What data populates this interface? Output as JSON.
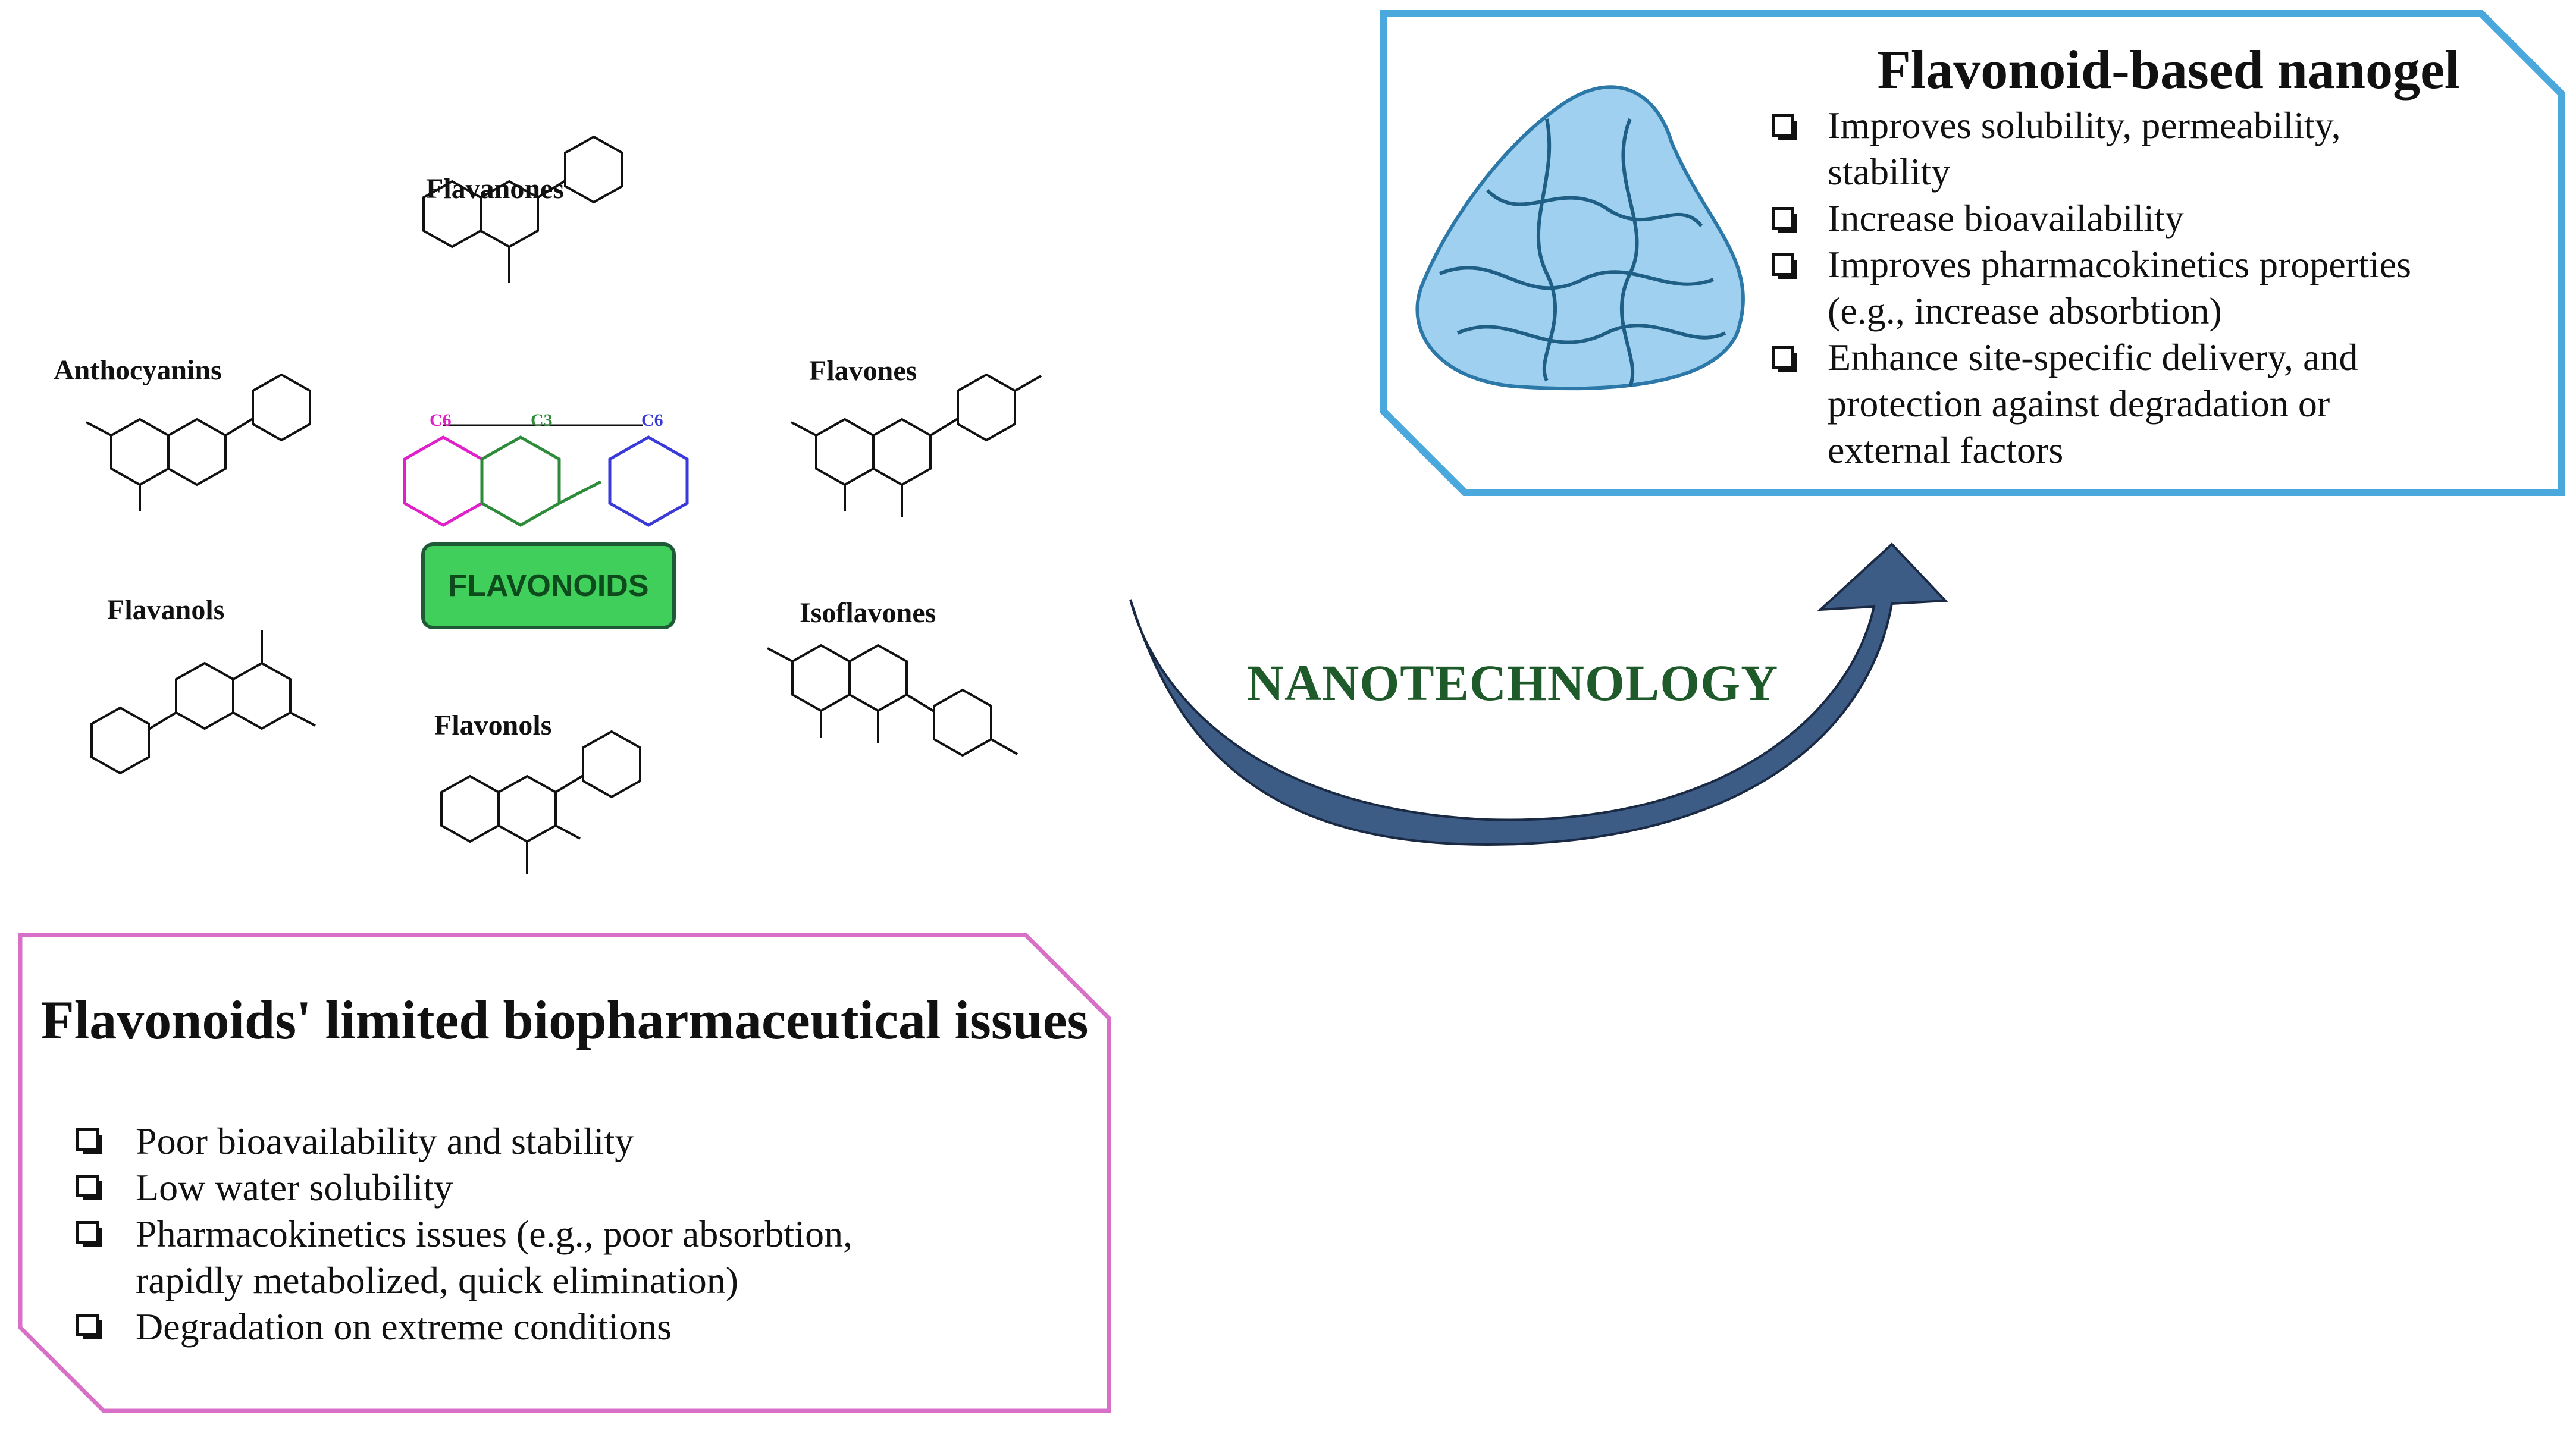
{
  "structures": {
    "flavanones": "Flavanones",
    "anthocyanins": "Anthocyanins",
    "flavones": "Flavones",
    "flavanols": "Flavanols",
    "isoflavones": "Isoflavones",
    "flavonols": "Flavonols"
  },
  "center": {
    "label": "FLAVONOIDS",
    "c6_left": "C6",
    "c3": "C3",
    "c6_right": "C6"
  },
  "arrow_label": "NANOTECHNOLOGY",
  "issues": {
    "title": "Flavonoids' limited biopharmaceutical issues",
    "items": [
      "Poor bioavailability and stability",
      "Low water solubility",
      "Pharmacokinetics issues (e.g., poor absorbtion,",
      "rapidly metabolized, quick elimination)",
      "Degradation on extreme conditions"
    ]
  },
  "nanogel": {
    "title": "Flavonoid-based nanogel",
    "items": [
      "Improves solubility, permeability,",
      "stability",
      "Increase bioavailability",
      "Improves pharmacokinetics properties",
      "(e.g., increase absorbtion)",
      "Enhance site-specific delivery, and",
      "protection against degradation or",
      "external factors"
    ]
  },
  "colors": {
    "issues_border": "#d870c8",
    "nanogel_border": "#4aa8dc",
    "flavonoids_fill": "#3fcf5a",
    "flavonoids_text": "#0d4a1c",
    "arrow_fill": "#3c5c86",
    "nanotech_text": "#1e5a2a",
    "ring_magenta": "#e020c8",
    "ring_green": "#2e8b3a",
    "ring_blue": "#3a3ad8"
  }
}
